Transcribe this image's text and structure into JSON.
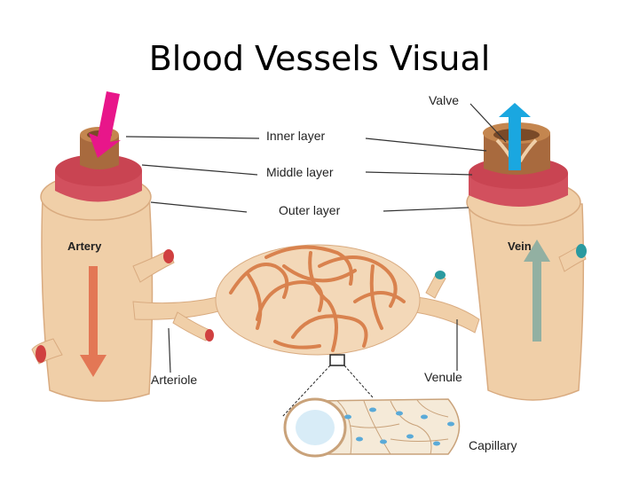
{
  "title": "Blood Vessels Visual",
  "labels": {
    "valve": "Valve",
    "inner_layer": "Inner layer",
    "middle_layer": "Middle layer",
    "outer_layer": "Outer layer",
    "artery": "Artery",
    "vein": "Vein",
    "arteriole": "Arteriole",
    "venule": "Venule",
    "capillary": "Capillary"
  },
  "colors": {
    "tissue": "#f0cfa8",
    "tissue_edge": "#d9ab80",
    "middle_layer": "#d2505e",
    "inner_layer": "#a86a3e",
    "capillary_net": "#d9824e",
    "inflow_arrow": "#e8168a",
    "outflow_arrow": "#1aa7e0",
    "arterial_flow": "#e06040",
    "venous_flow": "#7aa8a0"
  }
}
